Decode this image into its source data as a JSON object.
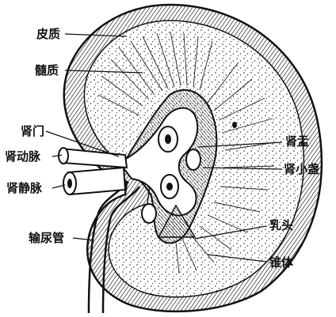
{
  "figure": {
    "labels": {
      "cortex": "皮质",
      "medulla": "髓质",
      "renal_hilum": "肾门",
      "renal_artery": "肾动脉",
      "renal_vein": "肾静脉",
      "ureter": "输尿管",
      "renal_pelvis": "肾盂",
      "minor_calyx": "肾小盏",
      "papilla": "乳头",
      "pyramid": "锥体"
    }
  }
}
